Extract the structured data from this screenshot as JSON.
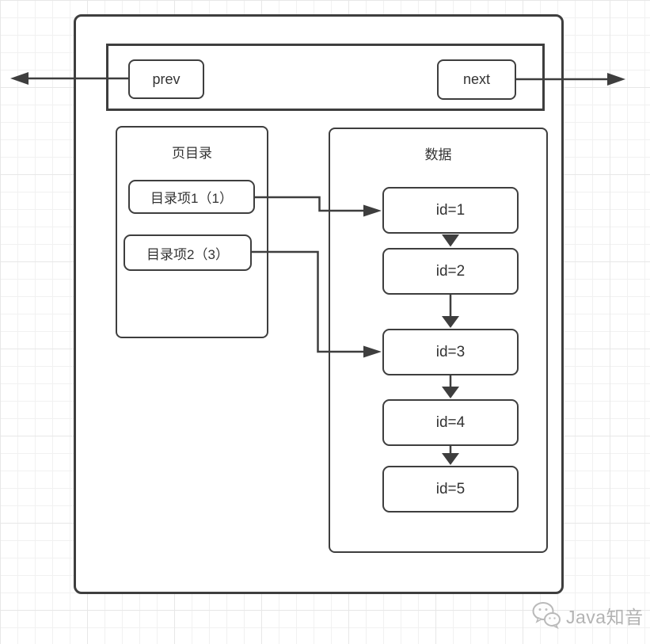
{
  "diagram": {
    "nav": {
      "prev_label": "prev",
      "next_label": "next"
    },
    "directory": {
      "title": "页目录",
      "items": [
        {
          "label": "目录项1（1）",
          "points_to": "id=1"
        },
        {
          "label": "目录项2（3）",
          "points_to": "id=3"
        }
      ]
    },
    "data": {
      "title": "数据",
      "records": [
        {
          "label": "id=1"
        },
        {
          "label": "id=2"
        },
        {
          "label": "id=3"
        },
        {
          "label": "id=4"
        },
        {
          "label": "id=5"
        }
      ]
    },
    "colors": {
      "stroke": "#3e3e3e",
      "text": "#333333",
      "grid_line": "#ececec",
      "background": "#ffffff",
      "watermark": "#b3b3b3"
    }
  },
  "watermark": {
    "label": "Java知音",
    "icon": "wechat-icon"
  }
}
